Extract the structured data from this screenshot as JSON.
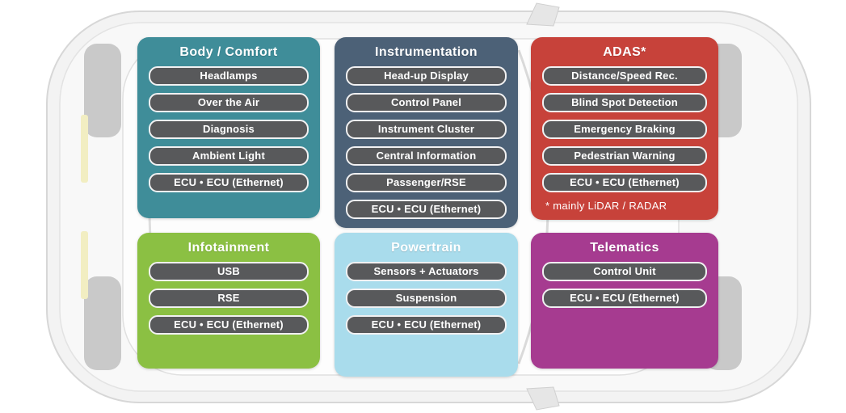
{
  "figure": {
    "description": "Automotive electronic domains diagram over top view of a car"
  },
  "panels": [
    {
      "title": "Body / Comfort",
      "color": "#3f8d99",
      "items": [
        "Headlamps",
        "Over the Air",
        "Diagnosis",
        "Ambient Light",
        "ECU • ECU (Ethernet)"
      ]
    },
    {
      "title": "Instrumentation",
      "color": "#4c6177",
      "items": [
        "Head-up Display",
        "Control Panel",
        "Instrument Cluster",
        "Central Information",
        "Passenger/RSE",
        "ECU • ECU (Ethernet)"
      ]
    },
    {
      "title": "ADAS*",
      "color": "#c7423a",
      "items": [
        "Distance/Speed Rec.",
        "Blind Spot Detection",
        "Emergency Braking",
        "Pedestrian Warning",
        "ECU • ECU (Ethernet)"
      ],
      "footnote": "* mainly LiDAR / RADAR"
    },
    {
      "title": "Infotainment",
      "color": "#8bc043",
      "items": [
        "USB",
        "RSE",
        "ECU • ECU (Ethernet)"
      ]
    },
    {
      "title": "Powertrain",
      "color": "#a9dcec",
      "items": [
        "Sensors + Actuators",
        "Suspension",
        "ECU • ECU (Ethernet)"
      ]
    },
    {
      "title": "Telematics",
      "color": "#a63b90",
      "items": [
        "Control Unit",
        "ECU • ECU (Ethernet)"
      ]
    }
  ],
  "item_style": {
    "background": "#58595b",
    "border": "#f1f1f2"
  }
}
